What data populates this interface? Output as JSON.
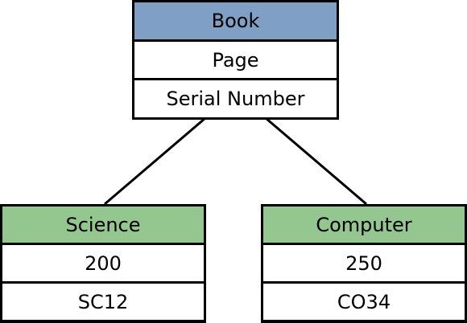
{
  "parent": {
    "title": "Book",
    "attributes": [
      "Page",
      "Serial Number"
    ],
    "header_color": "#7f9fc5"
  },
  "children": [
    {
      "title": "Science",
      "values": [
        "200",
        "SC12"
      ],
      "header_color": "#94c690"
    },
    {
      "title": "Computer",
      "values": [
        "250",
        "CO34"
      ],
      "header_color": "#94c690"
    }
  ],
  "line_color": "#000000"
}
